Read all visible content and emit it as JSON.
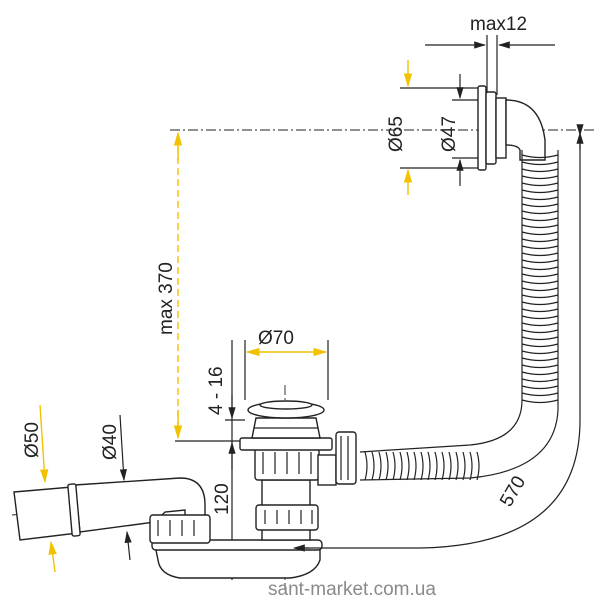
{
  "dimensions": {
    "max12": "max12",
    "d65": "Ø65",
    "d47": "Ø47",
    "max370": "max 370",
    "d70": "Ø70",
    "range4_16": "4 - 16",
    "d50": "Ø50",
    "d40": "Ø40",
    "h120": "120",
    "l570": "570"
  },
  "watermark": "sant-market.com.ua",
  "colors": {
    "dimension_line": "#f2c200",
    "drawing": "#222222",
    "watermark": "#8a8a8a"
  }
}
